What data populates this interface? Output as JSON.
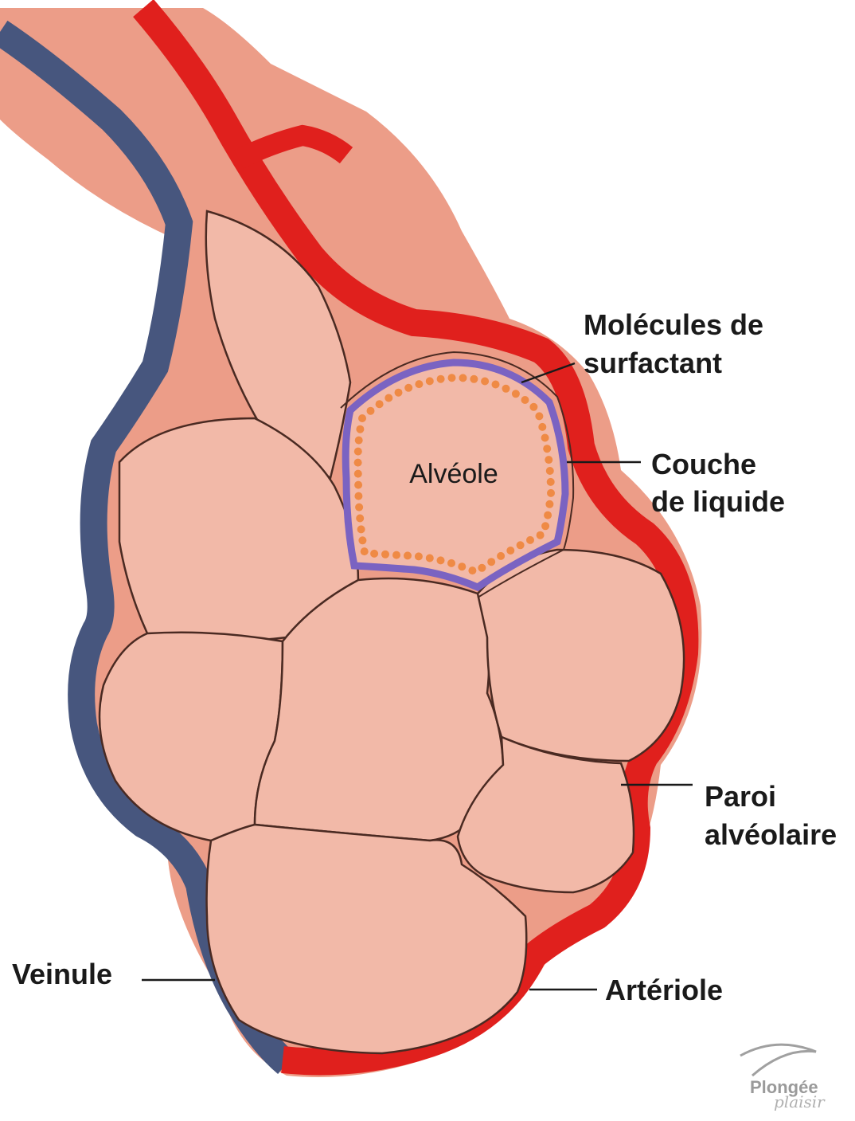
{
  "labels": {
    "surfactant_line1": "Molécules de",
    "surfactant_line2": "surfactant",
    "fluid_line1": "Couche",
    "fluid_line2": "de liquide",
    "wall_line1": "Paroi",
    "wall_line2": "alvéolaire",
    "venule": "Veinule",
    "arteriole": "Artériole",
    "alveolus": "Alvéole"
  },
  "logo": {
    "line1": "Plongée",
    "line2": "plaisir"
  },
  "colors": {
    "venule": "#47567e",
    "arteriole": "#e0201d",
    "tissue": "#ec9d88",
    "alveolus_fill": "#f2b9a8",
    "fluid_layer": "#7a63c2",
    "surfactant": "#ef8a45"
  }
}
